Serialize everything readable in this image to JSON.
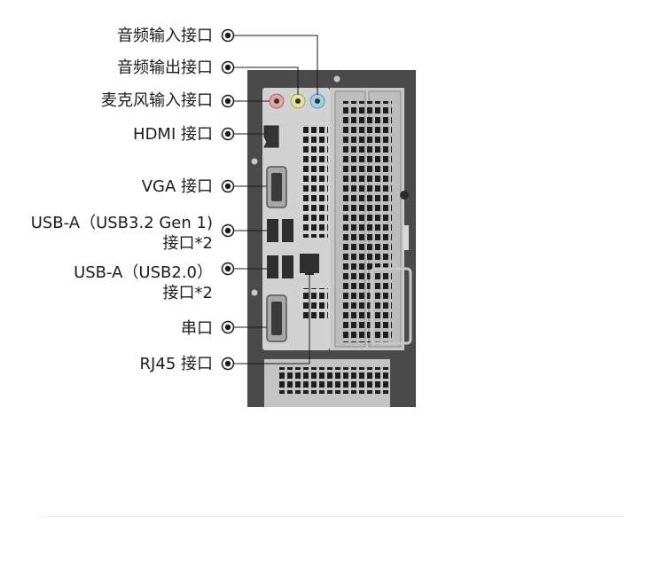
{
  "ports": [
    {
      "id": "audio-in",
      "lines": [
        "音频输入接口"
      ]
    },
    {
      "id": "audio-out",
      "lines": [
        "音频输出接口"
      ]
    },
    {
      "id": "mic",
      "lines": [
        "麦克风输入接口"
      ]
    },
    {
      "id": "hdmi",
      "lines": [
        "HDMI 接口"
      ]
    },
    {
      "id": "vga",
      "lines": [
        "VGA 接口"
      ]
    },
    {
      "id": "usb3",
      "lines": [
        "USB-A（USB3.2 Gen 1)",
        "接口*2"
      ]
    },
    {
      "id": "usb2",
      "lines": [
        "USB-A（USB2.0）",
        "接口*2"
      ]
    },
    {
      "id": "serial",
      "lines": [
        "串口"
      ]
    },
    {
      "id": "rj45",
      "lines": [
        "RJ45 接口"
      ]
    }
  ],
  "colors": {
    "panel": "#d2d2d2",
    "case": "#4a4a4a",
    "vent": "#1e1e1e",
    "mic_jack": "#e7a3a6",
    "audio_out_jack": "#e3e39b",
    "audio_in_jack": "#9cd3e4",
    "leader": "#1a1a1a"
  }
}
